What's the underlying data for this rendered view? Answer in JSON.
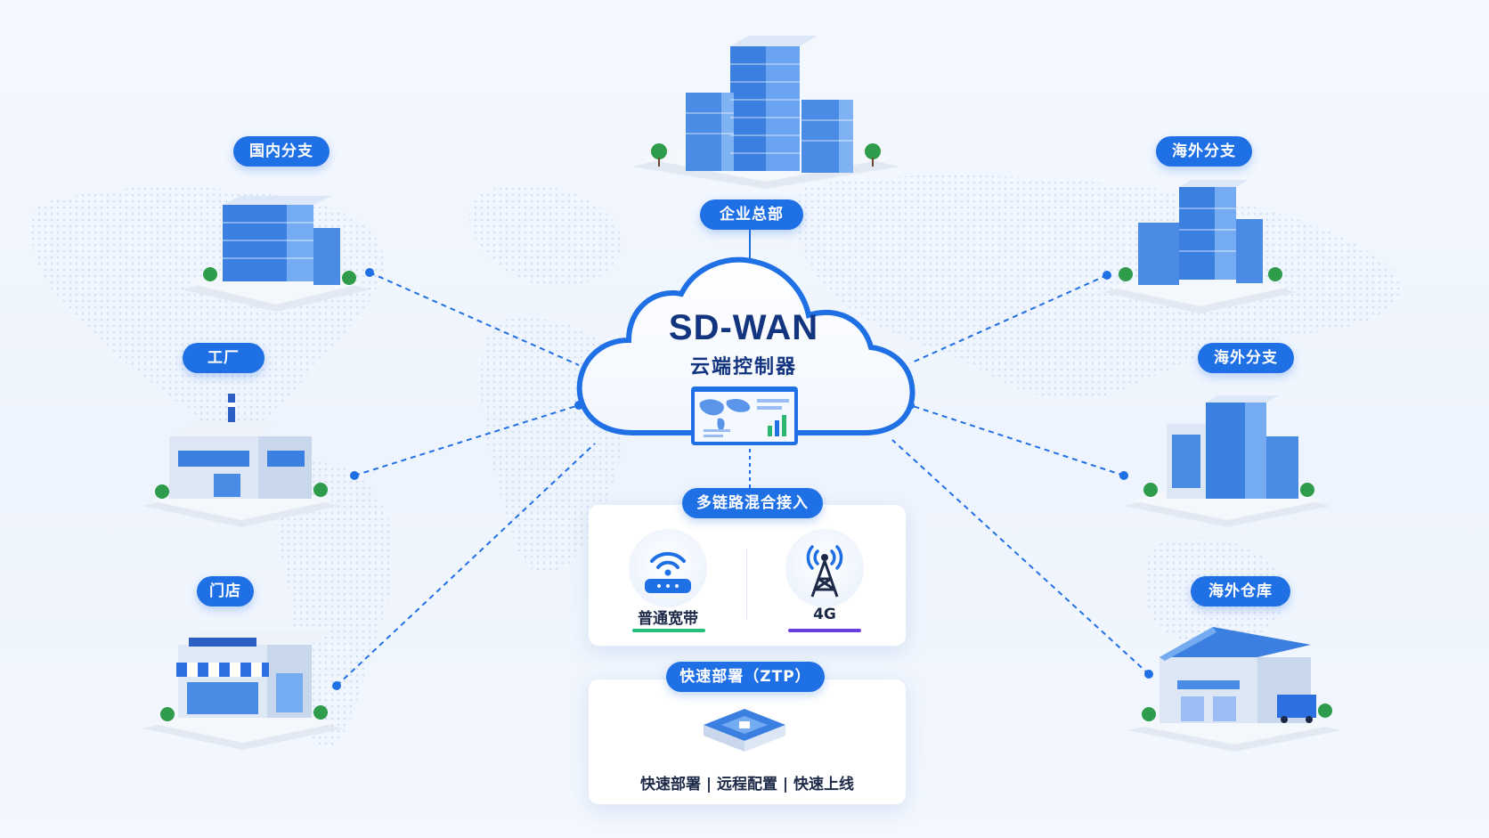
{
  "controller": {
    "title": "SD-WAN",
    "subtitle": "云端控制器"
  },
  "nodes": {
    "hq": "企业总部",
    "domestic_branch": "国内分支",
    "factory": "工厂",
    "store": "门店",
    "overseas_branch_1": "海外分支",
    "overseas_branch_2": "海外分支",
    "overseas_warehouse": "海外仓库"
  },
  "access": {
    "title": "多链路混合接入",
    "options": [
      {
        "label": "普通宽带",
        "icon": "wifi-router-icon",
        "accent": "#22c07a"
      },
      {
        "label": "4G",
        "icon": "cell-tower-icon",
        "accent": "#6a3fe0"
      }
    ]
  },
  "ztp": {
    "title": "快速部署（ZTP）",
    "icon": "sdwan-device-icon",
    "features": "快速部署 | 远程配置 | 快速上线"
  },
  "colors": {
    "primary": "#1f6fe5",
    "title_text": "#13357f"
  }
}
